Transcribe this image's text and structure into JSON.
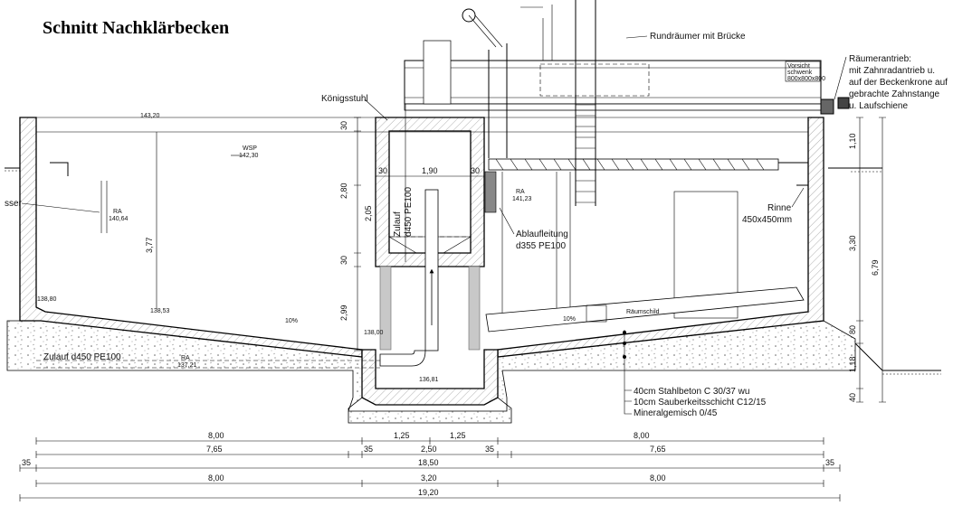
{
  "title": "Schnitt Nachklärbecken",
  "labels": {
    "rundraeumer": "Rundräumer mit Brücke",
    "raeumerantrieb": [
      "Räumerantrieb:",
      "mit Zahnradantrieb u.",
      "auf der Beckenkrone auf",
      "gebrachte Zahnstange",
      "u. Laufschiene"
    ],
    "koenigsstuhl": "Königsstuhl",
    "wasser": "sser",
    "wsp": "WSP",
    "wsp_val": "142,30",
    "ra_left": "RA",
    "ra_left_val": "140,64",
    "ra_mid": "RA",
    "ra_mid_val": "141,23",
    "ra_bottom": "RA",
    "ra_bottom_val": "137,21",
    "zulauf_vertical": [
      "Zulauf",
      "d450 PE100"
    ],
    "ablaufleitung": [
      "Ablaufleitung",
      "d355 PE100"
    ],
    "rinne": [
      "Rinne",
      "450x450mm"
    ],
    "raeumschild": "Räumschild",
    "zulauf_horizontal": "Zulauf d450 PE100",
    "layers": [
      "40cm   Stahlbeton C 30/37 wu",
      "10cm   Sauberkeitsschicht C12/15",
      "Mineralgemisch 0/45"
    ],
    "slope_left": "10%",
    "slope_right": "10%",
    "lev_14320": "143,20",
    "lev_13880": "138,80",
    "lev_13853": "138,53",
    "lev_13800": "138,00",
    "lev_13681": "136,81",
    "vorsicht": [
      "Vorsicht",
      "schwenk",
      "800x800x800"
    ]
  },
  "dims_inner": {
    "d30_top": "30",
    "d280": "2,80",
    "d205": "2,05",
    "d30_bot": "30",
    "d299": "2,99",
    "d377": "3,77",
    "d30_l": "30",
    "d190": "1,90",
    "d30_r": "30"
  },
  "dims_right": {
    "d110": "1,10",
    "d330": "3,30",
    "d679": "6,79",
    "d80": "80",
    "d118": "1,18",
    "d40": "40"
  },
  "dims_bottom": {
    "row1": [
      "8,00",
      "1,25",
      "1,25",
      "8,00"
    ],
    "row2": [
      "7,65",
      "35",
      "2,50",
      "35",
      "7,65"
    ],
    "row3": [
      "35",
      "18,50",
      "35"
    ],
    "row4": [
      "8,00",
      "3,20",
      "8,00"
    ],
    "row5": [
      "19,20"
    ]
  }
}
